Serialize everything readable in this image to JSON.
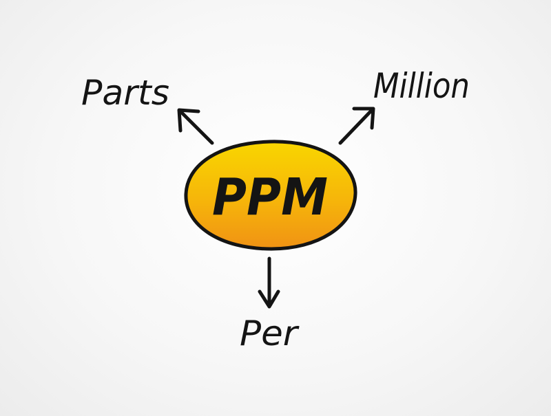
{
  "center": {
    "label": "PPM",
    "fill_top": "#f7d000",
    "fill_bottom": "#f29a12",
    "outline": "#141414"
  },
  "branches": [
    {
      "id": "parts",
      "label": "Parts"
    },
    {
      "id": "million",
      "label": "Million"
    },
    {
      "id": "per",
      "label": "Per"
    }
  ],
  "ink_color": "#141414"
}
